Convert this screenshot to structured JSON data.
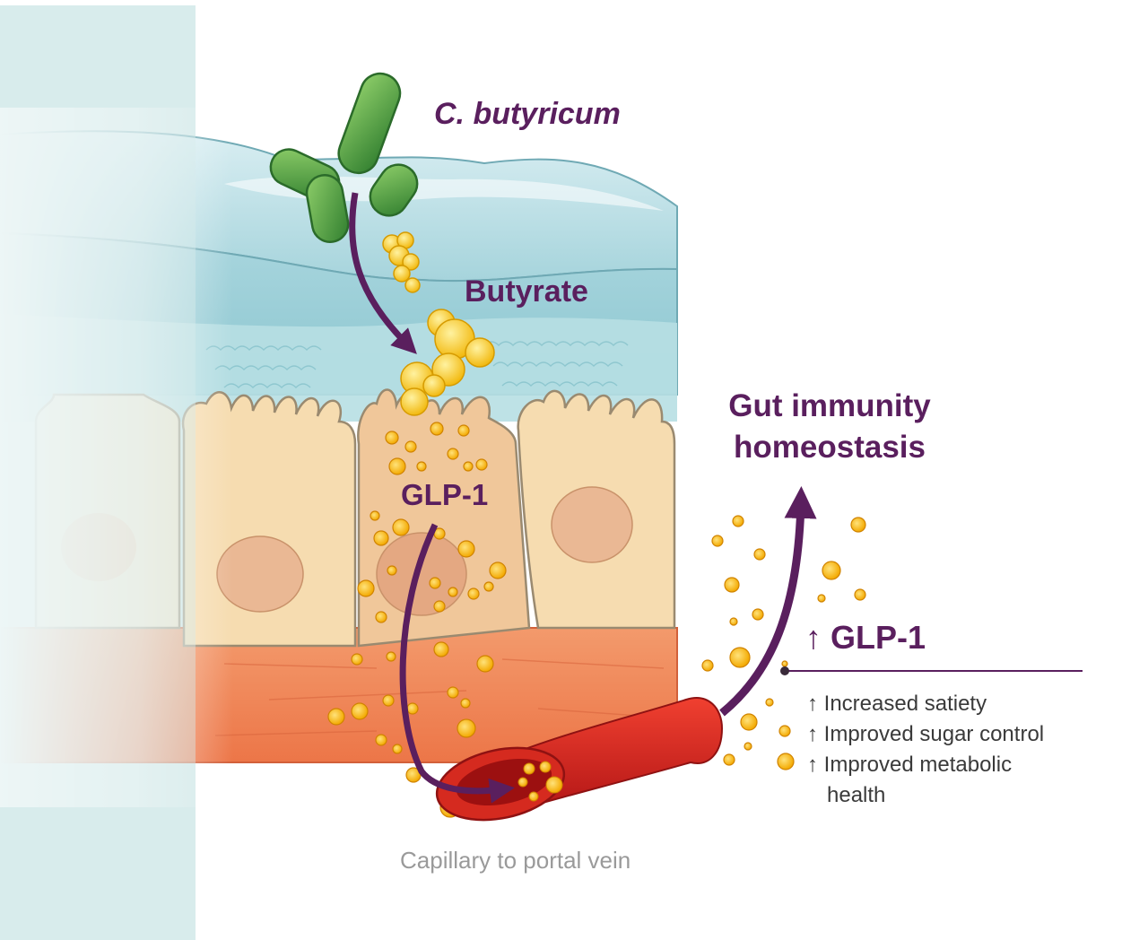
{
  "labels": {
    "bacterium": "C. butyricum",
    "metabolite": "Butyrate",
    "hormone_in_cell": "GLP-1",
    "outcome_line1": "Gut immunity",
    "outcome_line2": "homeostasis",
    "hormone_increase": "↑ GLP-1",
    "caption": "Capillary to portal vein"
  },
  "effects": [
    "↑ Increased satiety",
    "↑ Improved sugar control",
    "↑ Improved metabolic",
    "health"
  ],
  "colors": {
    "accent_purple": "#5a1f5e",
    "bacteria_green": "#3f8f3a",
    "butyrate_yellow": "#f6c21c",
    "glp1_orange": "#f0a500",
    "mucus_blue": "#a9d6dc",
    "cell_beige": "#f6dcb0",
    "tissue_orange": "#f08a5a",
    "vessel_red": "#d81e1e",
    "side_panel": "#d8ecec",
    "caption_gray": "#9a9a9a"
  }
}
